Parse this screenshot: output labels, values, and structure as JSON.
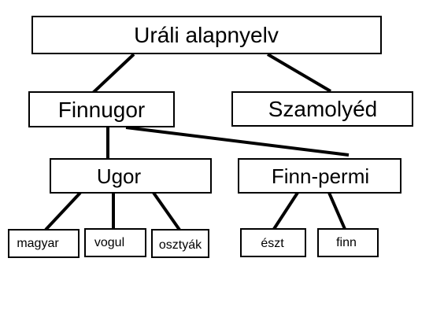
{
  "diagram": {
    "root": {
      "label": "Uráli alapnyelv"
    },
    "branches": {
      "finnugor": {
        "label": "Finnugor"
      },
      "szamolyed": {
        "label": "Szamolyéd"
      }
    },
    "subbranches": {
      "ugor": {
        "label": "Ugor"
      },
      "finnpermi": {
        "label": "Finn-permi"
      }
    },
    "languages": {
      "magyar": {
        "label": "magyar"
      },
      "vogul": {
        "label": "vogul"
      },
      "osztyak": {
        "label": "osztyák"
      },
      "eszt": {
        "label": "észt"
      },
      "finn": {
        "label": "finn"
      }
    },
    "edges": [
      {
        "from": "Uráli alapnyelv",
        "to": "Finnugor"
      },
      {
        "from": "Uráli alapnyelv",
        "to": "Szamolyéd"
      },
      {
        "from": "Finnugor",
        "to": "Ugor"
      },
      {
        "from": "Finnugor",
        "to": "Finn-permi"
      },
      {
        "from": "Ugor",
        "to": "magyar"
      },
      {
        "from": "Ugor",
        "to": "vogul"
      },
      {
        "from": "Ugor",
        "to": "osztyák"
      },
      {
        "from": "Finn-permi",
        "to": "észt"
      },
      {
        "from": "Finn-permi",
        "to": "finn"
      }
    ]
  }
}
